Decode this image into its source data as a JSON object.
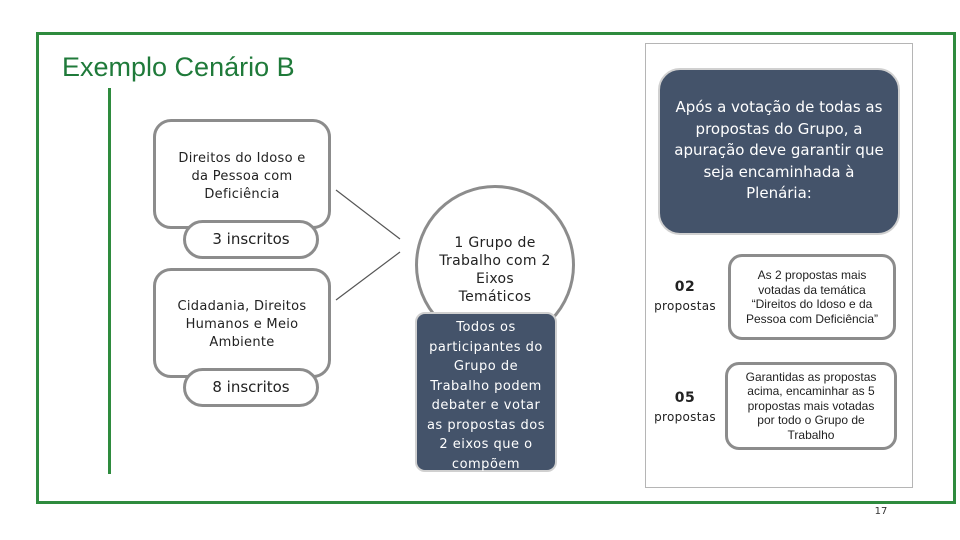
{
  "title": "Exemplo Cenário B",
  "themes": [
    {
      "name": "Direitos do Idoso e da Pessoa com Deficiência",
      "line1": "Direitos do Idoso e",
      "line2": "da Pessoa com",
      "line3": "Deficiência",
      "inscritos": "3 inscritos"
    },
    {
      "name": "Cidadania, Direitos Humanos e Meio Ambiente",
      "line1": "Cidadania, Direitos",
      "line2": "Humanos e Meio",
      "line3": "Ambiente",
      "inscritos": "8 inscritos"
    }
  ],
  "center": {
    "line1": "1 Grupo de",
    "line2": "Trabalho com 2",
    "line3": "Eixos",
    "line4": "Temáticos"
  },
  "participants": {
    "lines": [
      "Todos os",
      "participantes do",
      "Grupo de",
      "Trabalho podem",
      "debater e votar",
      "as propostas dos",
      "2 eixos que o",
      "compõem"
    ]
  },
  "result": {
    "lines": [
      "Após a votação de todas as",
      "propostas do Grupo, a",
      "apuração deve garantir que",
      "seja encaminhada à",
      "Plenária:"
    ]
  },
  "outcomes": [
    {
      "number": "02",
      "unit": "propostas",
      "lines": [
        "As 2 propostas mais",
        "votadas da temática",
        "“Direitos do Idoso e da",
        "Pessoa com Deficiência”"
      ]
    },
    {
      "number": "05",
      "unit": "propostas",
      "lines": [
        "Garantidas as propostas",
        "acima, encaminhar as 5",
        "propostas mais votadas",
        "por todo o Grupo de",
        "Trabalho"
      ]
    }
  ],
  "page_number": "17",
  "colors": {
    "frame": "#2e8b3e",
    "title": "#1f7a3a",
    "dark_box": "#44536a",
    "box_border": "#8c8c8c"
  }
}
